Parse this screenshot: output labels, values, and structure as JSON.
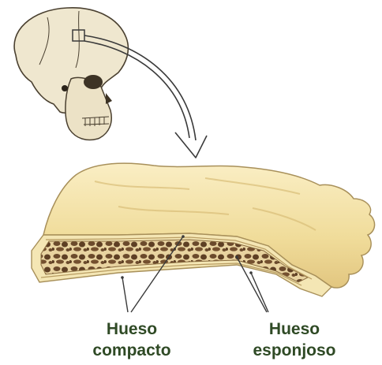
{
  "labels": {
    "compact": {
      "line1": "Hueso",
      "line2": "compacto"
    },
    "spongy": {
      "line1": "Hueso",
      "line2": "esponjoso"
    }
  },
  "colors": {
    "label_text": "#2f4a25",
    "bone_surface": "#f0dc9a",
    "bone_highlight": "#faeec4",
    "bone_edge": "#a8905a",
    "spongy_cavity": "#6b4a2c",
    "spongy_trabecula": "#e8d3a0",
    "skull_fill": "#efe7cf",
    "outline": "#4a4030",
    "pointer_line": "#3a3a3a"
  },
  "icons": {
    "skull": "skull-illustration",
    "arrow": "curved-arrow",
    "bone_section": "bone-cross-section"
  }
}
